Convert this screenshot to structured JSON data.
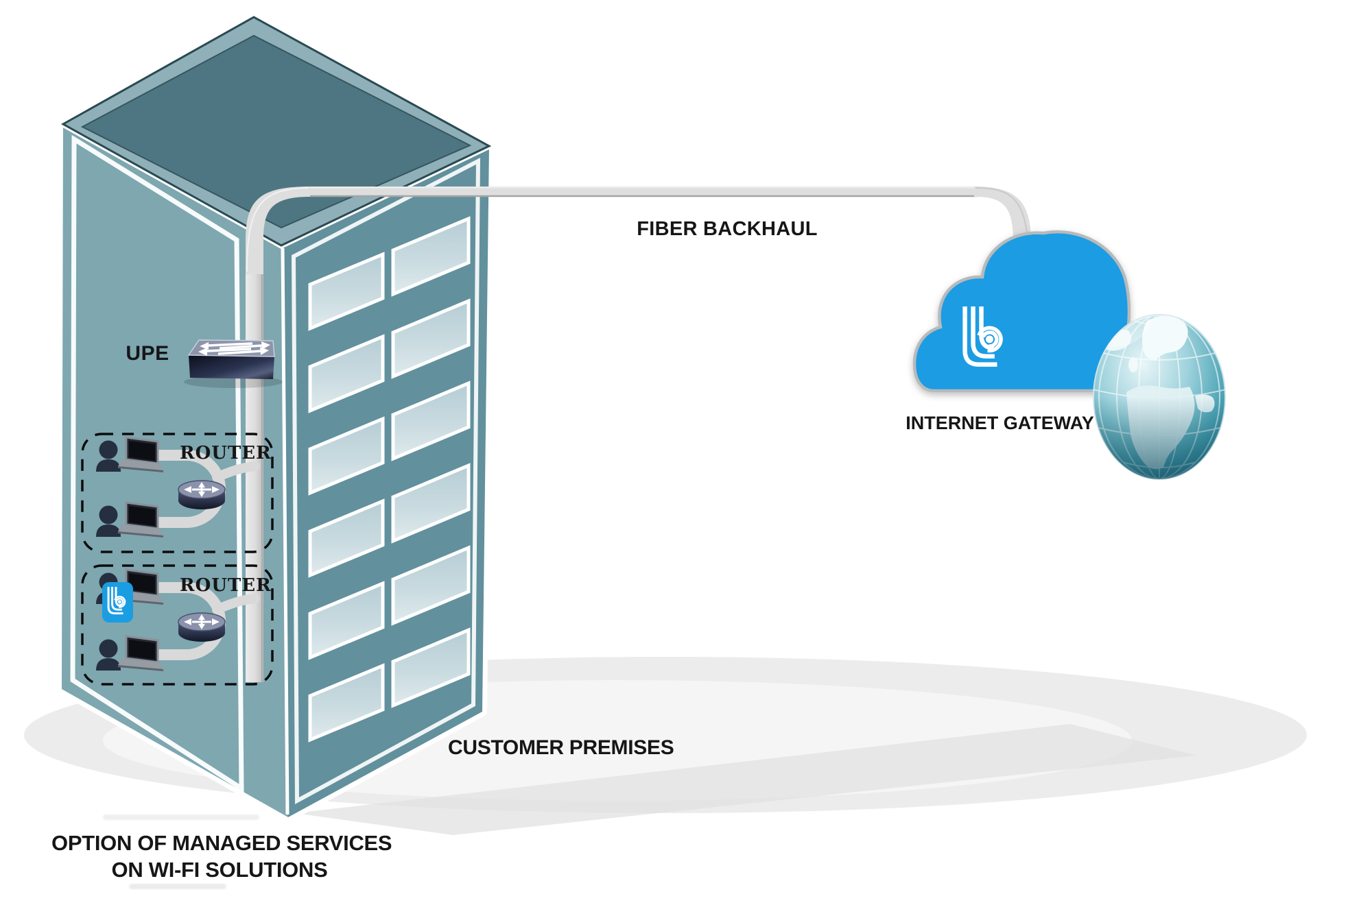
{
  "diagram": {
    "title_context": "Fiber backhaul network diagram",
    "labels": {
      "upe": "UPE",
      "router_group_1": "ROUTER",
      "router_group_2": "ROUTER",
      "fiber_backhaul": "FIBER BACKHAUL",
      "internet_gateway": "INTERNET GATEWAY",
      "customer_premises": "CUSTOMER PREMISES",
      "managed_services_line1": "OPTION OF MANAGED SERVICES",
      "managed_services_line2": "ON WI-FI SOLUTIONS"
    },
    "icons": {
      "building": "isometric office building with windows",
      "upe_switch": "network switch with traffic arrows",
      "router": "router cylinder with 4-way arrows",
      "user_laptop": "person with laptop",
      "wifi_access_point_badge": "blue rounded square with brand wave logo",
      "fiber_cable": "thick gray cable from building to cloud",
      "internet_cloud": "blue cloud with brand logo",
      "brand_logo": "stylized b with concentric signal arcs",
      "globe": "earth globe with graticule, Europe and Africa visible",
      "ground_shadow": "gray floor ellipse"
    },
    "colors": {
      "cloud_blue": "#1b9ce3",
      "badge_blue": "#1b9de2",
      "building_left_face": "#7ea7b0",
      "building_right_face": "#62909d",
      "roof_dark": "#4e7682",
      "roof_rim": "#8fb0b8",
      "cable_gray": "#dcdcdc",
      "dark_device_navy": "#262f3f",
      "text": "#161616",
      "ground_gray": "#ececec"
    }
  }
}
